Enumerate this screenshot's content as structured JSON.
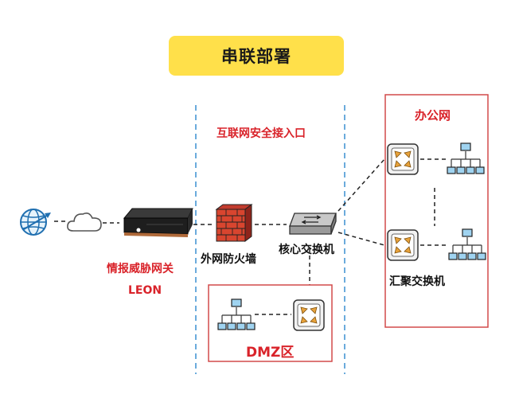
{
  "title": "串联部署",
  "labels": {
    "internet_entry": "互联网安全接入口",
    "office_net": "办公网",
    "gateway_line1": "情报威胁网关",
    "gateway_line2": "LEON",
    "firewall": "外网防火墙",
    "core_switch": "核心交换机",
    "aggregation_switch": "汇聚交换机",
    "dmz": "DMZ区"
  },
  "icons": [
    "globe-icon",
    "cloud-icon",
    "gateway-appliance-icon",
    "firewall-icon",
    "core-switch-icon",
    "switch-icon",
    "network-tree-icon"
  ],
  "colors": {
    "title_bg": "#ffe04a",
    "label_red": "#d9232a",
    "box_border": "#d24a4a",
    "zone_line": "#3a8fd0"
  }
}
